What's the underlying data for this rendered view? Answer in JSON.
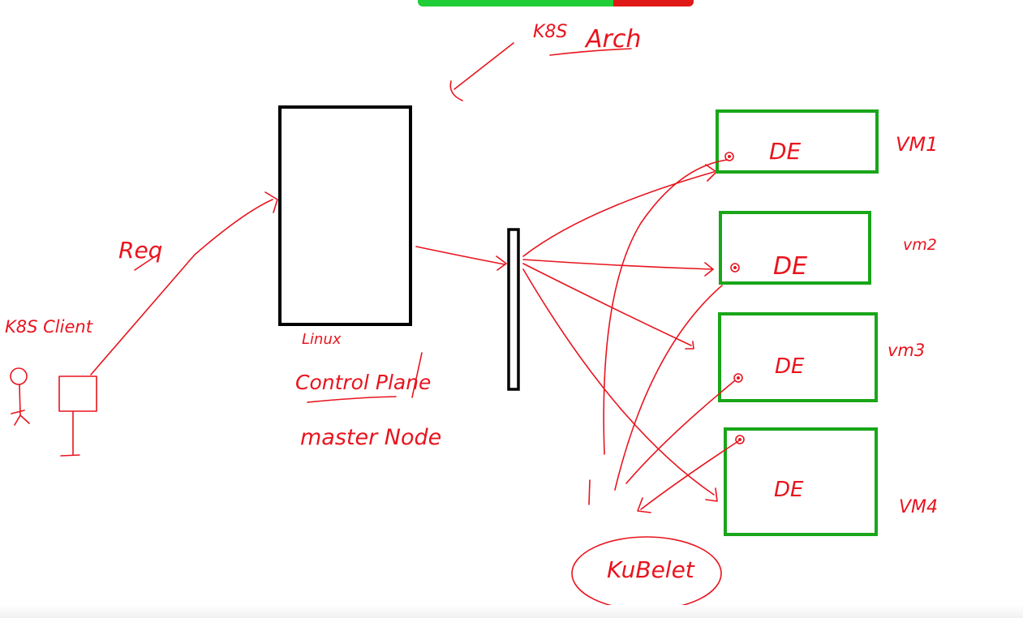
{
  "colors": {
    "ink": "#e8141e",
    "control_plane_box": "#000000",
    "vm_box": "#19a619",
    "toolbar_green": "#1fce36",
    "toolbar_red": "#e11818"
  },
  "labels": {
    "k8s": "K8S",
    "arch": "Arch",
    "req": "Req",
    "client": "K8S Client",
    "linux": "Linux",
    "control_plane": "Control Plane",
    "master_node": "master Node",
    "kubelet": "KuBelet"
  },
  "vms": [
    {
      "box_label": "DE",
      "vm_label": "VM1"
    },
    {
      "box_label": "DE",
      "vm_label": "vm2"
    },
    {
      "box_label": "DE",
      "vm_label": "vm3"
    },
    {
      "box_label": "DE",
      "vm_label": "VM4"
    }
  ]
}
